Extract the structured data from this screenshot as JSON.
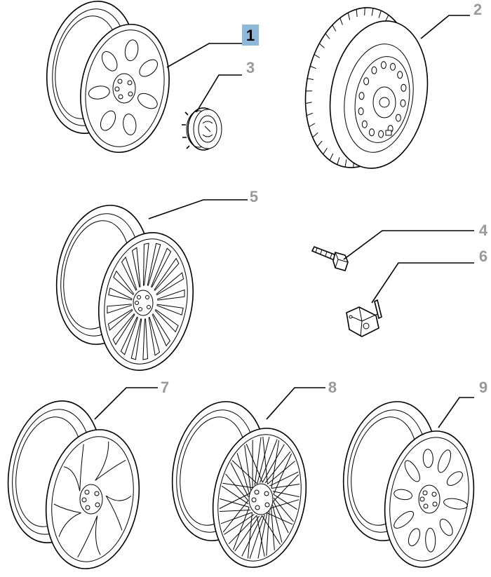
{
  "diagram": {
    "accent_color": "#8fb8d8",
    "callout_color": "#999999",
    "selected_color": "#000000",
    "callouts": [
      {
        "num": "1",
        "selected": true
      },
      {
        "num": "2",
        "selected": false
      },
      {
        "num": "3",
        "selected": false
      },
      {
        "num": "4",
        "selected": false
      },
      {
        "num": "5",
        "selected": false
      },
      {
        "num": "6",
        "selected": false
      },
      {
        "num": "7",
        "selected": false
      },
      {
        "num": "8",
        "selected": false
      },
      {
        "num": "9",
        "selected": false
      }
    ],
    "parts": [
      {
        "callout": "1",
        "icon": "alloy-wheel-oval-spoke-icon"
      },
      {
        "callout": "2",
        "icon": "spare-steel-wheel-with-tyre-icon"
      },
      {
        "callout": "3",
        "icon": "center-hub-cap-icon"
      },
      {
        "callout": "4",
        "icon": "wheel-bolt-icon"
      },
      {
        "callout": "5",
        "icon": "alloy-wheel-multi-spoke-icon"
      },
      {
        "callout": "6",
        "icon": "tyre-pressure-valve-sensor-icon"
      },
      {
        "callout": "7",
        "icon": "alloy-wheel-curved-spoke-icon"
      },
      {
        "callout": "8",
        "icon": "alloy-wheel-wire-spoke-icon"
      },
      {
        "callout": "9",
        "icon": "alloy-wheel-teardrop-spoke-icon"
      }
    ]
  }
}
